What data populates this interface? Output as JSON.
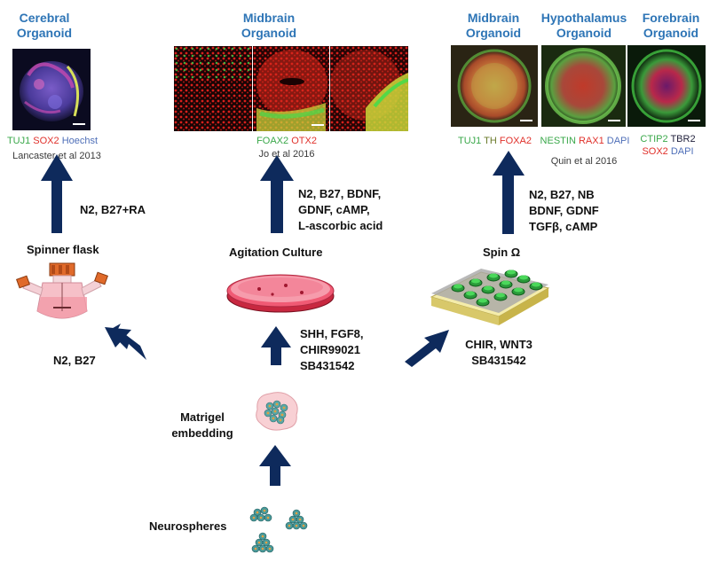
{
  "titles": {
    "cerebral": [
      "Cerebral",
      "Organoid"
    ],
    "midbrain_center": [
      "Midbrain",
      "Organoid"
    ],
    "midbrain_right": [
      "Midbrain",
      "Organoid"
    ],
    "hypothalamus": [
      "Hypothalamus",
      "Organoid"
    ],
    "forebrain": [
      "Forebrain",
      "Organoid"
    ]
  },
  "stains": {
    "cerebral": [
      "TUJ1",
      "SOX2",
      "Hoechst"
    ],
    "midbrain_center": [
      "FOAX2",
      "OTX2"
    ],
    "midbrain_right": [
      "TUJ1",
      "TH",
      "FOXA2"
    ],
    "hypothalamus": [
      "NESTIN",
      "RAX1",
      "DAPI"
    ],
    "forebrain_line1": [
      "CTIP2",
      "TBR2"
    ],
    "forebrain_line2": [
      "SOX2",
      "DAPI"
    ]
  },
  "citations": {
    "lancaster": "Lancaster et al 2013",
    "jo": "Jo et al 2016",
    "quin": "Quin et al 2016"
  },
  "factors": {
    "left_up": "N2, B27+RA",
    "center_up": [
      "N2, B27, BDNF,",
      "GDNF, cAMP,",
      "L-ascorbic acid"
    ],
    "right_up": [
      "N2, B27, NB",
      "BDNF, GDNF",
      "TGFβ, cAMP"
    ],
    "left_diag": "N2, B27",
    "center_mid": [
      "SHH, FGF8,",
      "CHIR99021",
      "SB431542"
    ],
    "right_diag": [
      "CHIR, WNT3",
      "SB431542"
    ]
  },
  "methods": {
    "spinner": "Spinner flask",
    "agitation": "Agitation Culture",
    "spin": "Spin Ω",
    "matrigel": [
      "Matrigel",
      "embedding"
    ],
    "neurospheres": "Neurospheres"
  },
  "colors": {
    "title_blue": "#2e75b6",
    "arrow_navy": "#0e2a5c",
    "stain_green": "#3aa84a",
    "stain_red": "#e0312b",
    "stain_blue": "#4f6fb8"
  }
}
